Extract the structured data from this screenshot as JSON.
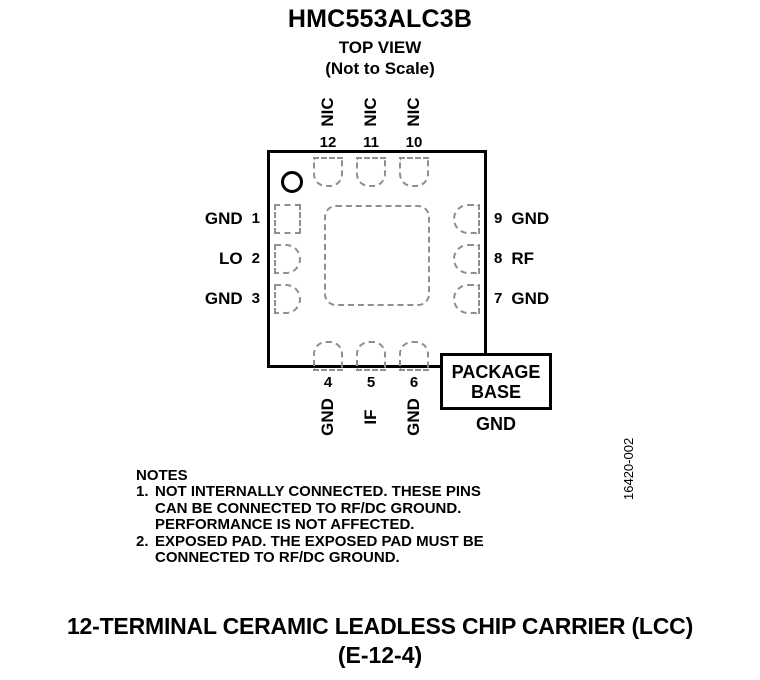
{
  "header": {
    "part_number": "HMC553ALC3B",
    "view_label": "TOP VIEW",
    "scale_note": "(Not to Scale)"
  },
  "package": {
    "pin1_indicator": "pin1-dot",
    "exposed_pad_label": "exposed-pad",
    "base_box": {
      "line1": "PACKAGE",
      "line2": "BASE",
      "ground_label": "GND"
    }
  },
  "pins": {
    "left": [
      {
        "number": "1",
        "name": "GND",
        "pad_shape": "square"
      },
      {
        "number": "2",
        "name": "LO",
        "pad_shape": "d-right"
      },
      {
        "number": "3",
        "name": "GND",
        "pad_shape": "d-right"
      }
    ],
    "right": [
      {
        "number": "9",
        "name": "GND",
        "pad_shape": "d-left"
      },
      {
        "number": "8",
        "name": "RF",
        "pad_shape": "d-left"
      },
      {
        "number": "7",
        "name": "GND",
        "pad_shape": "d-left"
      }
    ],
    "top": [
      {
        "number": "12",
        "name": "NIC",
        "pad_shape": "d-bottom"
      },
      {
        "number": "11",
        "name": "NIC",
        "pad_shape": "d-bottom"
      },
      {
        "number": "10",
        "name": "NIC",
        "pad_shape": "d-bottom"
      }
    ],
    "bottom": [
      {
        "number": "4",
        "name": "GND",
        "pad_shape": "d-top"
      },
      {
        "number": "5",
        "name": "IF",
        "pad_shape": "d-top"
      },
      {
        "number": "6",
        "name": "GND",
        "pad_shape": "d-top"
      }
    ]
  },
  "notes": {
    "title": "NOTES",
    "items": [
      {
        "marker": "1.",
        "lines": [
          "NOT INTERNALLY CONNECTED. THESE PINS",
          "CAN BE CONNECTED TO RF/DC GROUND.",
          "PERFORMANCE IS NOT AFFECTED."
        ]
      },
      {
        "marker": "2.",
        "lines": [
          "EXPOSED PAD. THE EXPOSED PAD MUST BE",
          "CONNECTED TO RF/DC GROUND."
        ]
      }
    ]
  },
  "doc_id": "16420-002",
  "footer": {
    "line1": "12-TERMINAL CERAMIC LEADLESS CHIP CARRIER (LCC)",
    "line2": "(E-12-4)"
  },
  "colors": {
    "ink": "#000000",
    "pad_outline": "#8f8f8f",
    "background": "#ffffff"
  }
}
